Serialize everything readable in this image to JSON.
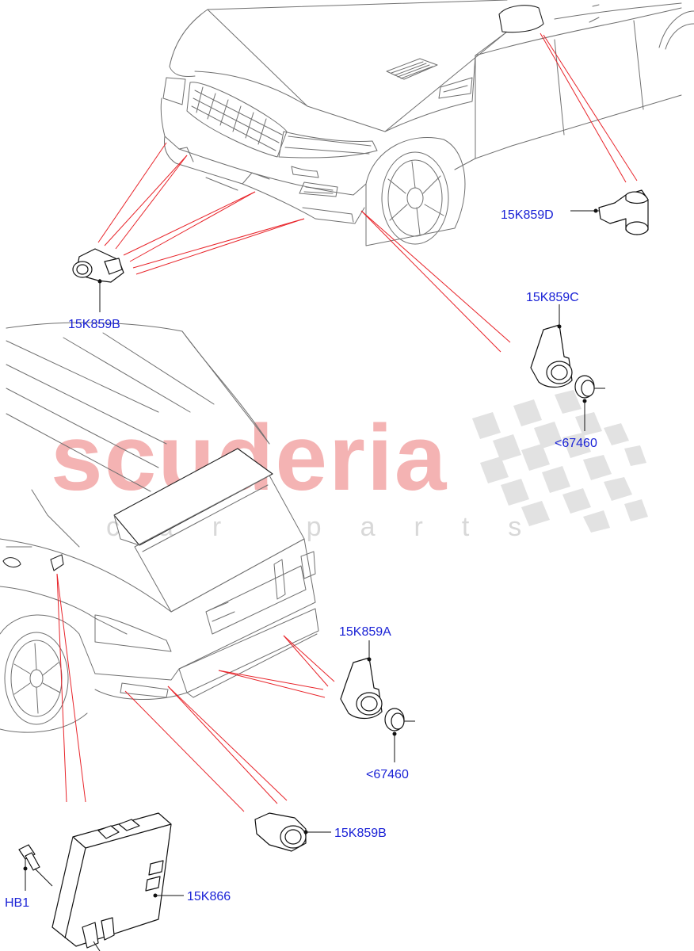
{
  "watermark": {
    "brand": "scuderia",
    "tagline": "car parts",
    "brand_color": "#f4b3b3",
    "tagline_color": "#d8d8d8"
  },
  "labels": {
    "sensor_front_side": "15K859D",
    "sensor_front_outer": "15K859C",
    "sensor_front_center": "15K859B",
    "grommet_front": "<67460",
    "sensor_rear_outer": "15K859A",
    "grommet_rear": "<67460",
    "sensor_rear_center": "15K859B",
    "control_module": "15K866",
    "bolt": "HB1"
  },
  "colors": {
    "label_text": "#1a22d6",
    "leader_lines": "#e8242a",
    "vehicle_outline": "#707070",
    "part_outline": "#111111"
  }
}
